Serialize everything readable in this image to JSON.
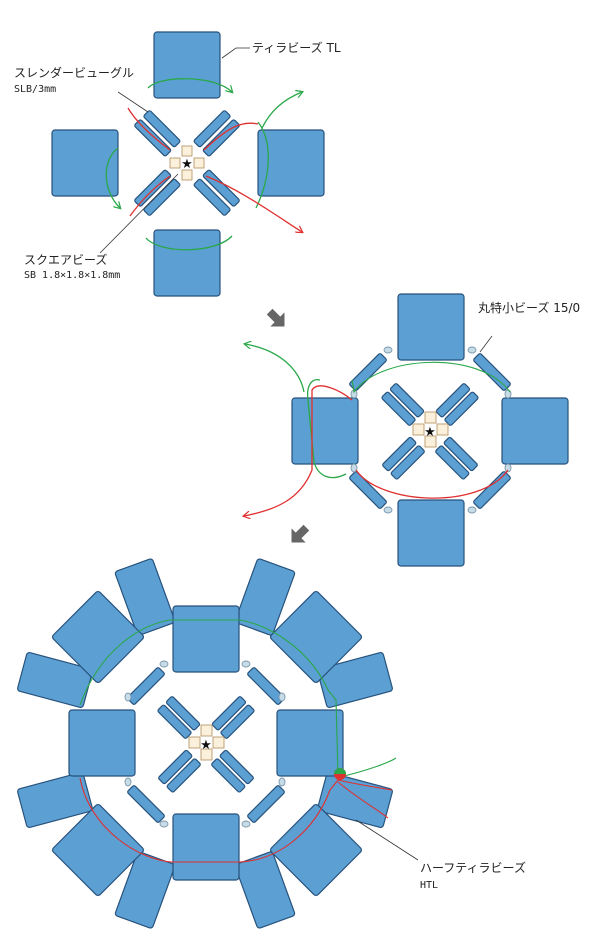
{
  "labels": {
    "tl_name": "ティラビーズ TL",
    "slb_name": "スレンダービューグル",
    "slb_sub": "SLB/3mm",
    "sb_name": "スクエアビーズ",
    "sb_sub": "SB 1.8×1.8×1.8mm",
    "round_name": "丸特小ビーズ 15/0",
    "htl_name": "ハーフティラビーズ",
    "htl_sub": "HTL"
  },
  "center_mark": "★",
  "colors": {
    "tila_fill": "#5b9fd3",
    "tila_stroke": "#27527c",
    "square_bead_fill": "#fbf0dc",
    "round_bead_fill": "#c8dce8",
    "thread_green": "#2aa84a",
    "thread_red": "#e03030",
    "step_arrow": "#666666"
  },
  "icons": [
    "step-arrow-icon",
    "star-icon"
  ]
}
